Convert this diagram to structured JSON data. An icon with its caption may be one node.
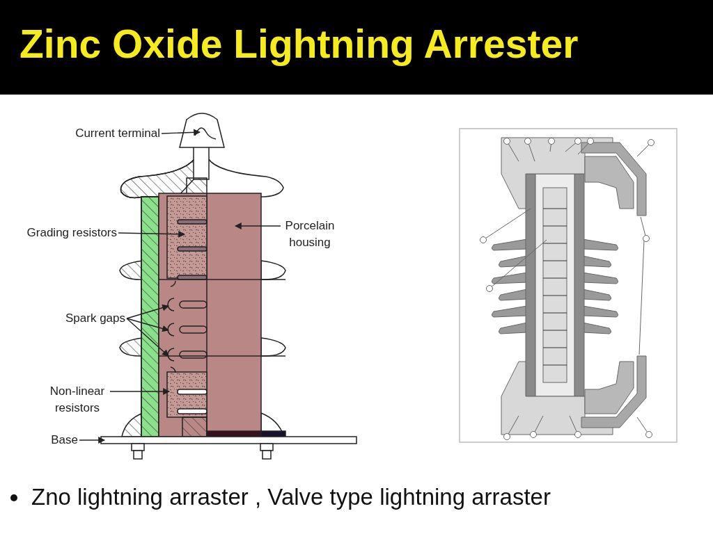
{
  "diagram": {
    "title": "Zinc Oxide Lightning Arrester",
    "caption": "Zno lightning arraster , Valve type lightning arraster",
    "nodes": [
      {
        "text": [
          "Current terminal"
        ]
      },
      {
        "text": [
          "Grading resistors"
        ]
      },
      {
        "text": [
          "Porcelain housing"
        ]
      },
      {
        "text": [
          "Spark gaps"
        ]
      },
      {
        "text": [
          "Non-linear resistors"
        ]
      },
      {
        "text": [
          "Base"
        ]
      }
    ],
    "edges": [
      {
        "from": 0,
        "to": null,
        "arrow": "to"
      },
      {
        "from": 1,
        "to": null,
        "arrow": "to"
      },
      {
        "from": 2,
        "to": null,
        "arrow": "to"
      },
      {
        "from": 3,
        "to": null,
        "arrow": "to"
      },
      {
        "from": 3,
        "to": null,
        "arrow": "to"
      },
      {
        "from": 3,
        "to": null,
        "arrow": "to"
      },
      {
        "from": 4,
        "to": null,
        "arrow": "to"
      },
      {
        "from": 5,
        "to": null,
        "arrow": "to"
      }
    ]
  }
}
